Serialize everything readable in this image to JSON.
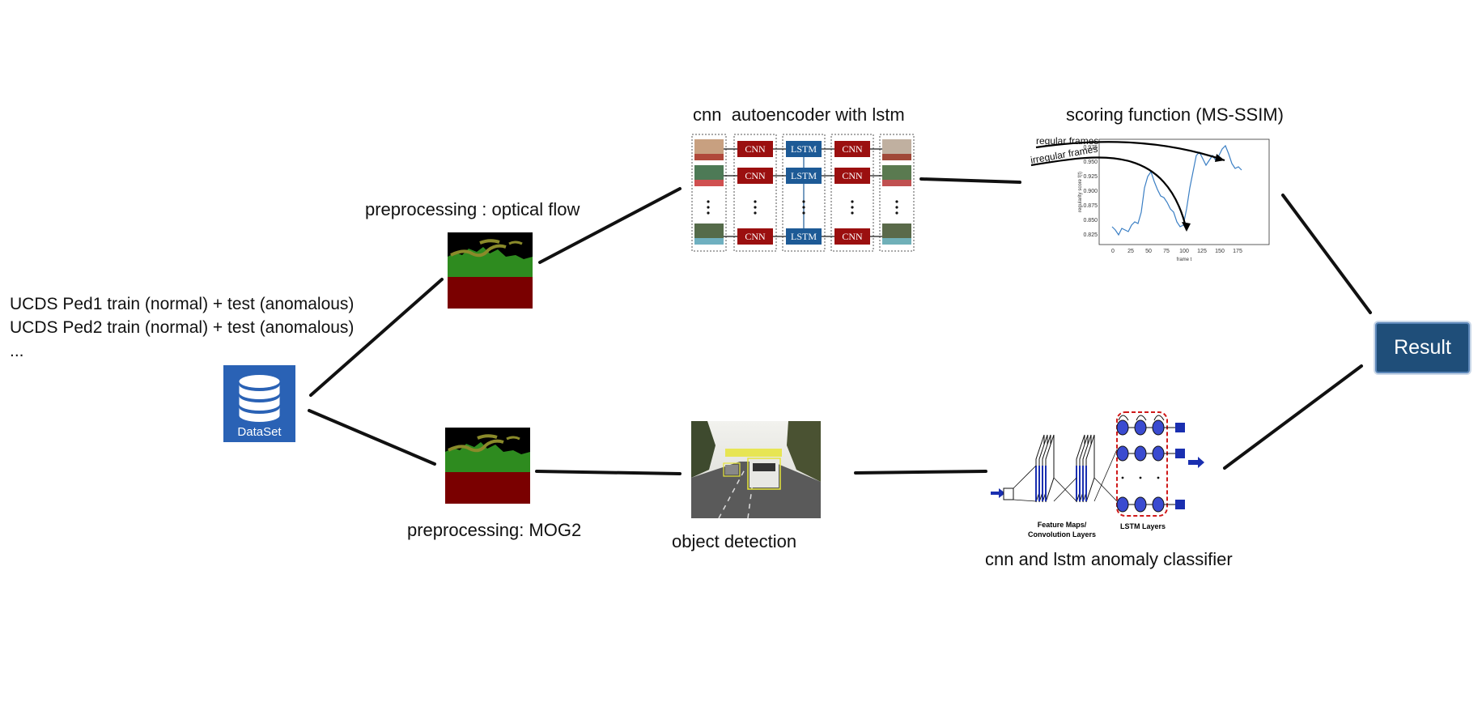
{
  "dataset": {
    "lines": [
      "UCDS Ped1 train (normal) + test (anomalous)",
      "UCDS Ped2 train (normal) + test (anomalous)",
      "..."
    ],
    "icon": "database-icon",
    "icon_label": "DataSet",
    "icon_color": "#2a62b5"
  },
  "top_branch": {
    "preprocessing_label": "preprocessing : optical flow",
    "model_label": "cnn  autoencoder with lstm",
    "model_blocks": {
      "cnn": "CNN",
      "lstm": "LSTM"
    },
    "scoring_label": "scoring function (MS-SSIM)",
    "scoring_plot": {
      "annotation_regular": "regular frames",
      "annotation_irregular": "irregular frames",
      "ylabel": "regularity score f(t)",
      "xlabel": "frame t",
      "x_ticks": [
        "0",
        "25",
        "50",
        "75",
        "100",
        "125",
        "150",
        "175"
      ],
      "y_ticks": [
        "0.825",
        "0.850",
        "0.875",
        "0.900",
        "0.925",
        "0.950",
        "0.975"
      ]
    }
  },
  "bottom_branch": {
    "preprocessing_label": "preprocessing: MOG2",
    "detection_label": "object detection",
    "classifier_label": "cnn and lstm anomaly classifier",
    "classifier_figure": {
      "feature_maps_label": "Feature Maps/\nConvolution Layers",
      "lstm_layers_label": "LSTM Layers"
    }
  },
  "result": {
    "label": "Result",
    "color": "#1f4e79"
  },
  "colors": {
    "flow_black": "#000000",
    "flow_green": "#2e8b1f",
    "flow_red": "#7a0000",
    "flow_olive": "#8a8a2a",
    "cnn_red": "#9b0f0f",
    "lstm_blue": "#1d5a96"
  }
}
